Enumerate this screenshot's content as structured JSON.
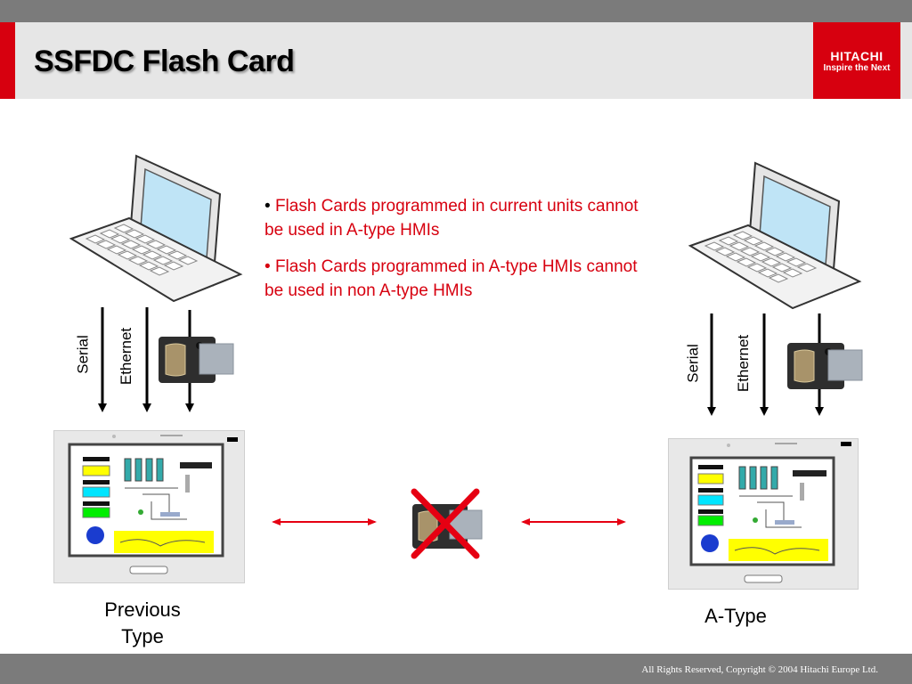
{
  "header": {
    "title": "SSFDC Flash Card"
  },
  "logo": {
    "brand": "HITACHI",
    "tagline": "Inspire the Next"
  },
  "bullets": [
    {
      "marker": "•",
      "text": "Flash Cards programmed in current units cannot be used in A-type HMIs"
    },
    {
      "marker": "•",
      "text": "Flash Cards programmed in A-type HMIs cannot be used in non A-type HMIs"
    }
  ],
  "left": {
    "serial_label": "Serial",
    "ethernet_label": "Ethernet",
    "caption_line1": "Previous",
    "caption_line2": "Type"
  },
  "right": {
    "serial_label": "Serial",
    "ethernet_label": "Ethernet",
    "caption": "A-Type"
  },
  "footer": {
    "copyright": "All Rights Reserved, Copyright © 2004 Hitachi Europe Ltd."
  },
  "colors": {
    "accent": "#d7000f",
    "band": "#7b7b7b",
    "title_bg": "#e6e6e6"
  }
}
